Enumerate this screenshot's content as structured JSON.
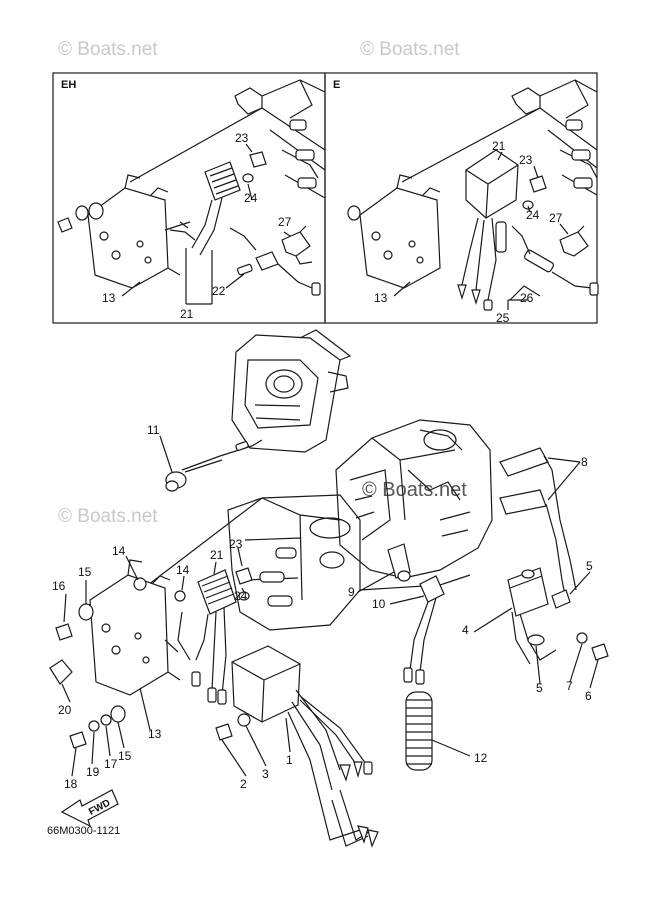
{
  "watermark": "© Boats.net",
  "insets": {
    "left": {
      "title": "EH",
      "labels": [
        "23",
        "24",
        "27",
        "13",
        "22",
        "21"
      ]
    },
    "right": {
      "title": "E",
      "labels": [
        "21",
        "23",
        "24",
        "27",
        "13",
        "26",
        "25"
      ]
    }
  },
  "main_labels": [
    "11",
    "8",
    "5",
    "14",
    "21",
    "23",
    "24",
    "16",
    "15",
    "14",
    "9",
    "10",
    "4",
    "20",
    "13",
    "7",
    "6",
    "5",
    "18",
    "19",
    "17",
    "15",
    "2",
    "3",
    "1",
    "12"
  ],
  "fwd_label": "FWD",
  "diagram_code": "66M0300-1121"
}
